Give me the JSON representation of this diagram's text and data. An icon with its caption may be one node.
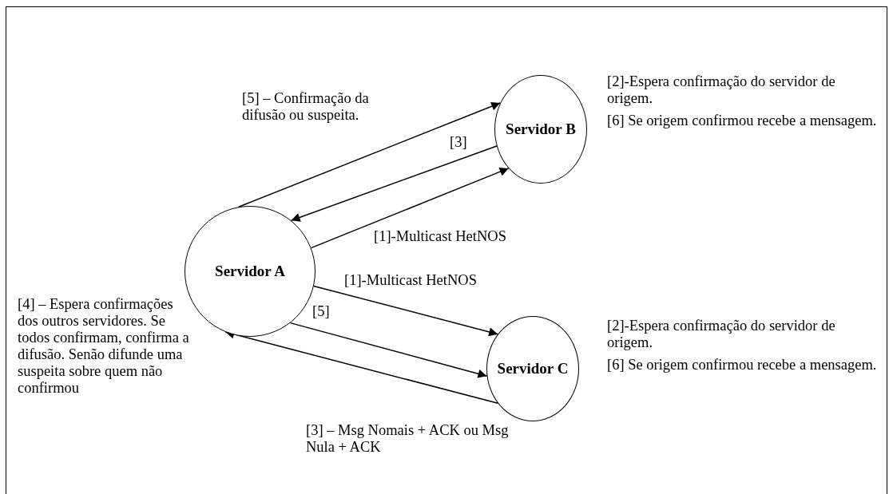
{
  "diagram": {
    "nodes": [
      {
        "text": [
          "Servidor A"
        ],
        "beside": [
          "[4] – Espera confirmações dos outros servidores. Se todos confirmam, confirma a difusão. Senão difunde uma suspeita sobre quem não confirmou"
        ]
      },
      {
        "text": [
          "Servidor B"
        ],
        "beside": [
          "[2]-Espera confirmação do servidor de origem.",
          "[6] Se origem confirmou recebe a mensagem."
        ]
      },
      {
        "text": [
          "Servidor C"
        ],
        "beside": [
          "[2]-Espera confirmação do servidor de origem.",
          "[6] Se origem confirmou recebe a mensagem."
        ]
      }
    ],
    "edges": [
      {
        "from": 0,
        "to": 1,
        "arrow": "to",
        "label": "[5] – Confirmação da difusão ou suspeita."
      },
      {
        "from": 1,
        "to": 0,
        "arrow": "to",
        "label": "[3]"
      },
      {
        "from": 0,
        "to": 1,
        "arrow": "to",
        "label": "[1]-Multicast HetNOS"
      },
      {
        "from": 0,
        "to": 2,
        "arrow": "to",
        "label": "[1]-Multicast HetNOS"
      },
      {
        "from": 0,
        "to": 2,
        "arrow": "to",
        "label": "[5]"
      },
      {
        "from": 2,
        "to": 0,
        "arrow": "to",
        "label": "[3] – Msg Nomais + ACK ou Msg Nula + ACK"
      }
    ]
  }
}
